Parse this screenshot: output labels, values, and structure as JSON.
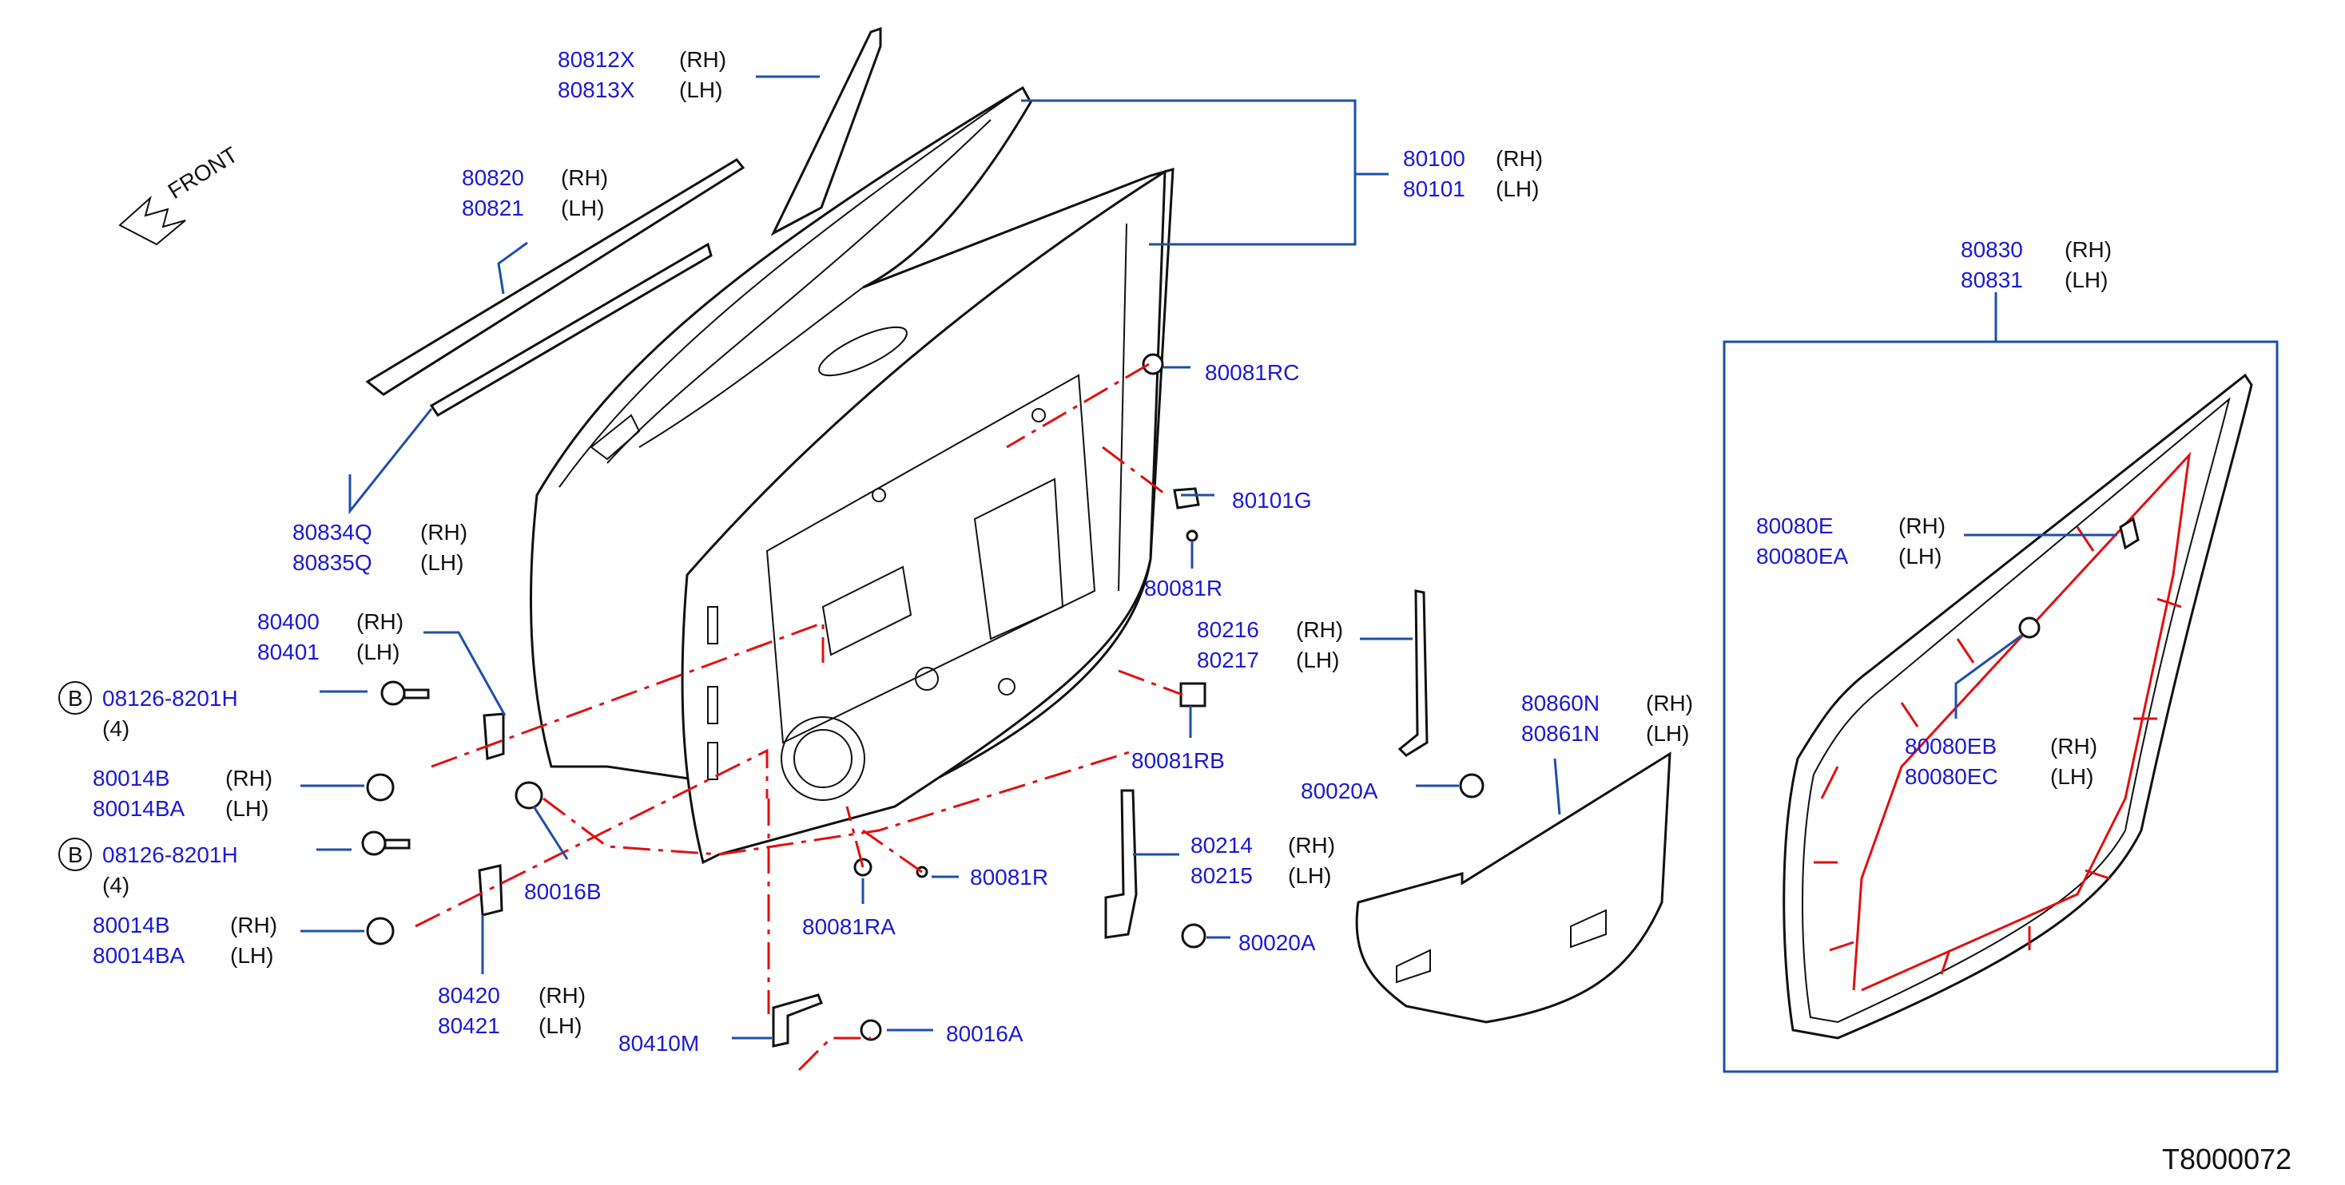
{
  "front_label": "FRONT",
  "diagram_ref": "T8000072",
  "callouts": {
    "c80812": {
      "part1": "80812X",
      "side1": "(RH)",
      "part2": "80813X",
      "side2": "(LH)"
    },
    "c80820": {
      "part1": "80820",
      "side1": "(RH)",
      "part2": "80821",
      "side2": "(LH)"
    },
    "c80834": {
      "part1": "80834Q",
      "side1": "(RH)",
      "part2": "80835Q",
      "side2": "(LH)"
    },
    "c80100": {
      "part1": "80100",
      "side1": "(RH)",
      "part2": "80101",
      "side2": "(LH)"
    },
    "c80081RC": {
      "part1": "80081RC"
    },
    "c80101G": {
      "part1": "80101G"
    },
    "c80081R_top": {
      "part1": "80081R"
    },
    "c80400": {
      "part1": "80400",
      "side1": "(RH)",
      "part2": "80401",
      "side2": "(LH)"
    },
    "c08126_top": {
      "circle": "B",
      "part1": "08126-8201H",
      "qty": "(4)"
    },
    "c80014B_top": {
      "part1": "80014B",
      "side1": "(RH)",
      "part2": "80014BA",
      "side2": "(LH)"
    },
    "c80016B": {
      "part1": "80016B"
    },
    "c08126_bot": {
      "circle": "B",
      "part1": "08126-8201H",
      "qty": "(4)"
    },
    "c80014B_bot": {
      "part1": "80014B",
      "side1": "(RH)",
      "part2": "80014BA",
      "side2": "(LH)"
    },
    "c80420": {
      "part1": "80420",
      "side1": "(RH)",
      "part2": "80421",
      "side2": "(LH)"
    },
    "c80410M": {
      "part1": "80410M"
    },
    "c80016A": {
      "part1": "80016A"
    },
    "c80081RA": {
      "part1": "80081RA"
    },
    "c80081R_bot": {
      "part1": "80081R"
    },
    "c80216": {
      "part1": "80216",
      "side1": "(RH)",
      "part2": "80217",
      "side2": "(LH)"
    },
    "c80081RB": {
      "part1": "80081RB"
    },
    "c80020A_top": {
      "part1": "80020A"
    },
    "c80214": {
      "part1": "80214",
      "side1": "(RH)",
      "part2": "80215",
      "side2": "(LH)"
    },
    "c80020A_bot": {
      "part1": "80020A"
    },
    "c80860": {
      "part1": "80860N",
      "side1": "(RH)",
      "part2": "80861N",
      "side2": "(LH)"
    },
    "c80830": {
      "part1": "80830",
      "side1": "(RH)",
      "part2": "80831",
      "side2": "(LH)"
    },
    "c80080E": {
      "part1": "80080E",
      "side1": "(RH)",
      "part2": "80080EA",
      "side2": "(LH)"
    },
    "c80080EB": {
      "part1": "80080EB",
      "side1": "(RH)",
      "part2": "80080EC",
      "side2": "(LH)"
    }
  }
}
